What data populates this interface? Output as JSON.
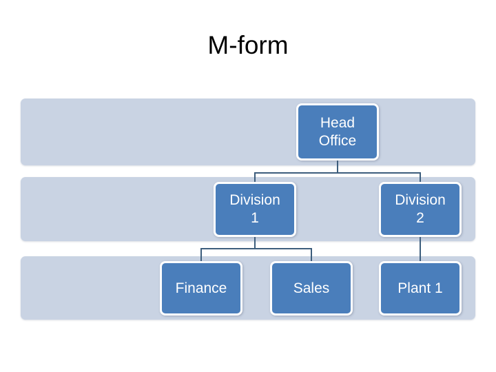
{
  "slide": {
    "title": "M-form",
    "background_color": "#ffffff"
  },
  "colors": {
    "node_fill": "#4a7ebb",
    "node_border": "#ffffff",
    "node_text": "#ffffff",
    "band_fill": "#c9d3e3",
    "connector": "#3c5d7c",
    "title_text": "#000000"
  },
  "diagram": {
    "type": "organization-chart",
    "levels": [
      {
        "name": "level-1",
        "nodes": [
          {
            "id": "head-office",
            "label": "Head\nOffice"
          }
        ]
      },
      {
        "name": "level-2",
        "nodes": [
          {
            "id": "division-1",
            "label": "Division\n1"
          },
          {
            "id": "division-2",
            "label": "Division\n2"
          }
        ]
      },
      {
        "name": "level-3",
        "nodes": [
          {
            "id": "finance",
            "label": "Finance"
          },
          {
            "id": "sales",
            "label": "Sales"
          },
          {
            "id": "plant-1",
            "label": "Plant 1"
          }
        ]
      }
    ],
    "edges": [
      {
        "from": "head-office",
        "to": "division-1"
      },
      {
        "from": "head-office",
        "to": "division-2"
      },
      {
        "from": "division-1",
        "to": "finance"
      },
      {
        "from": "division-1",
        "to": "sales"
      },
      {
        "from": "division-2",
        "to": "plant-1"
      }
    ]
  }
}
